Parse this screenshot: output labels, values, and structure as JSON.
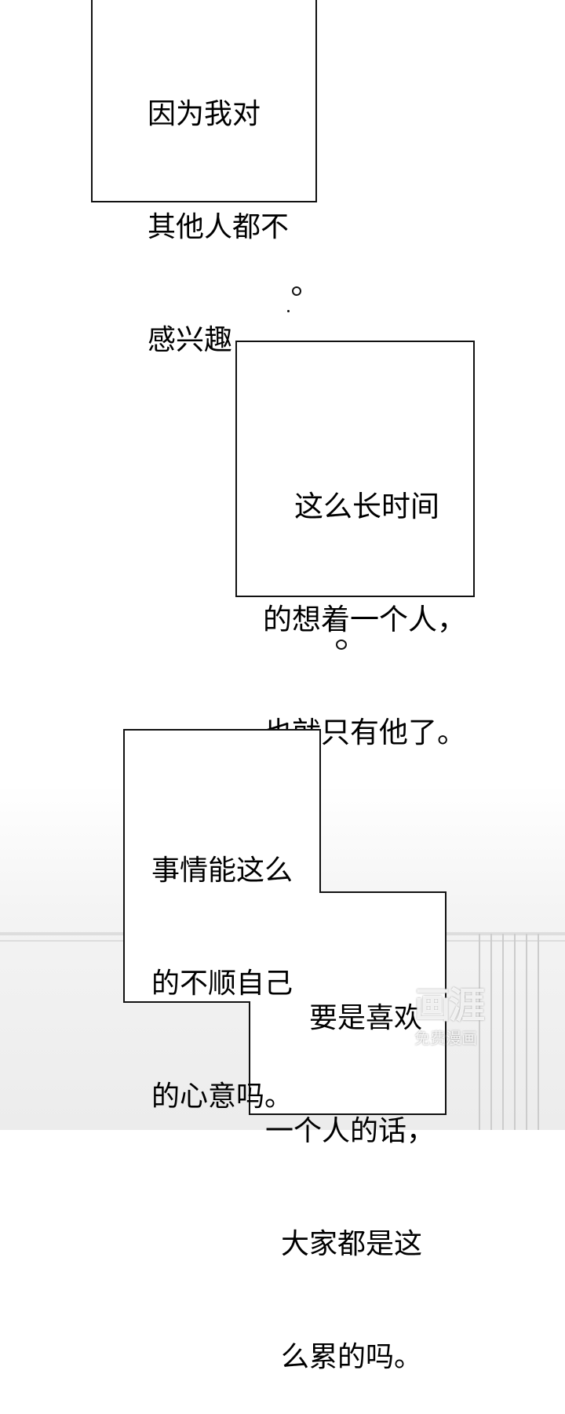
{
  "panels": [
    {
      "lines": [
        "因为我对",
        "其他人都不",
        "感兴趣，"
      ]
    },
    {
      "lines": [
        "这么长时间",
        "的想着一个人，",
        "也就只有他了。"
      ]
    },
    {
      "lines": [
        "事情能这么",
        "的不顺自己",
        "的心意吗。"
      ]
    },
    {
      "lines": [
        "要是喜欢",
        "一个人的话，",
        "大家都是这",
        "么累的吗。"
      ]
    }
  ],
  "watermark": {
    "logo": "画涯",
    "caption": "免费漫画"
  }
}
